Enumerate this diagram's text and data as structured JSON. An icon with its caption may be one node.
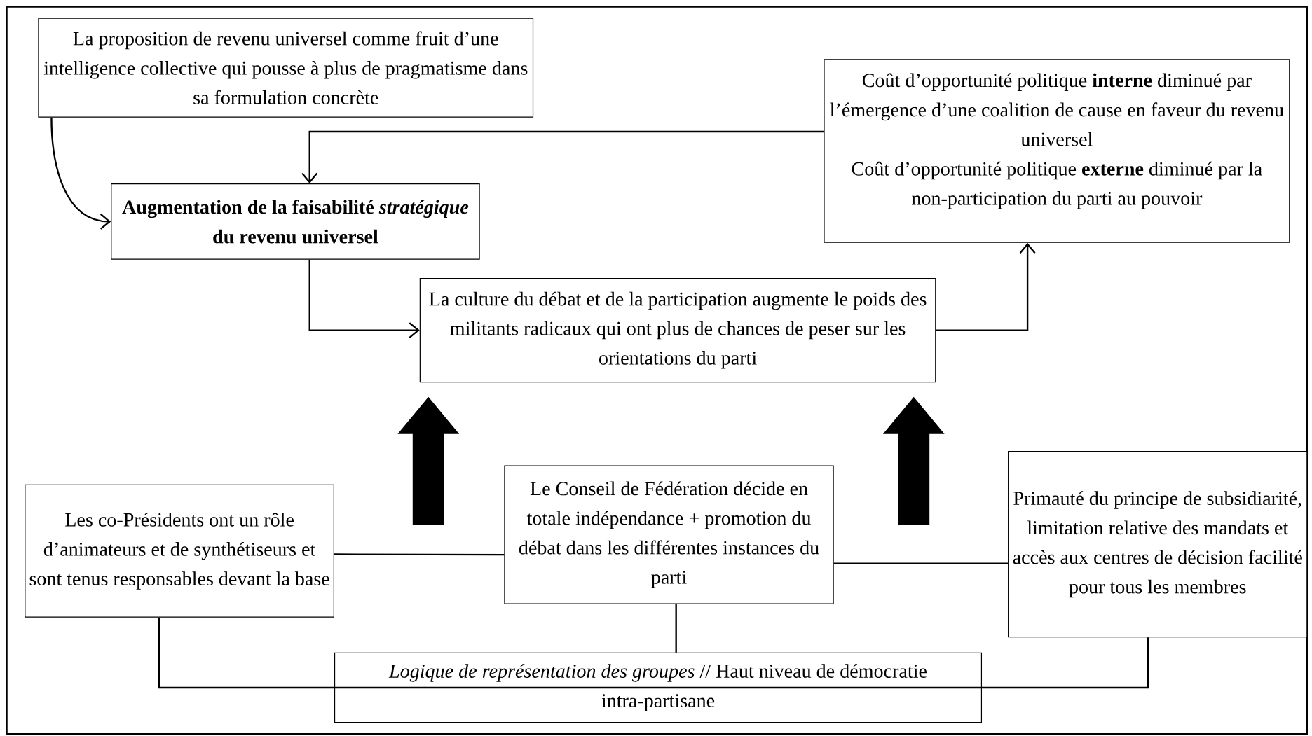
{
  "diagram": {
    "nodes": [
      {
        "text": [
          "La proposition de revenu universel comme fruit d’une intelligence collective qui pousse à plus de pragmatisme dans sa formulation concrète"
        ]
      },
      {
        "text": [
          "Coût d’opportunité politique **interne** diminué par l’émergence d’une coalition de cause en faveur du revenu universel",
          "Coût d’opportunité politique **externe** diminué par la non-participation du parti au pouvoir"
        ]
      },
      {
        "text": [
          "Augmentation de la faisabilité *stratégique* du revenu universel"
        ]
      },
      {
        "text": [
          "La culture du débat et de la participation augmente le poids des militants radicaux qui ont plus de chances de peser sur les orientations du parti"
        ]
      },
      {
        "text": [
          "Les co-Présidents ont un rôle d’animateurs et de synthétiseurs et sont tenus responsables devant la base"
        ]
      },
      {
        "text": [
          "Le Conseil de Fédération décide en totale indépendance + promotion du débat dans les différentes instances du parti"
        ]
      },
      {
        "text": [
          "Primauté du principe de subsidiarité, limitation relative des mandats et accès aux centres de décision facilité pour tous les membres"
        ]
      },
      {
        "text": [
          "*Logique de représentation des groupes* // Haut niveau de démocratie intra-partisane"
        ]
      }
    ],
    "edges": [
      {
        "from": 0,
        "to": 2,
        "arrow": "to"
      },
      {
        "from": 1,
        "to": 2,
        "arrow": "to"
      },
      {
        "from": 2,
        "to": 3,
        "arrow": "to"
      },
      {
        "from": 3,
        "to": 1,
        "arrow": "to"
      },
      {
        "from": 4,
        "to": 5,
        "arrow": "none"
      },
      {
        "from": 5,
        "to": 6,
        "arrow": "none"
      },
      {
        "from": 4,
        "to": 7,
        "arrow": "none"
      },
      {
        "from": 5,
        "to": 7,
        "arrow": "none"
      },
      {
        "from": 6,
        "to": 7,
        "arrow": "none"
      },
      {
        "from": null,
        "to": 3,
        "arrow": "to",
        "style": "thick"
      },
      {
        "from": null,
        "to": 3,
        "arrow": "to",
        "style": "thick"
      }
    ]
  }
}
